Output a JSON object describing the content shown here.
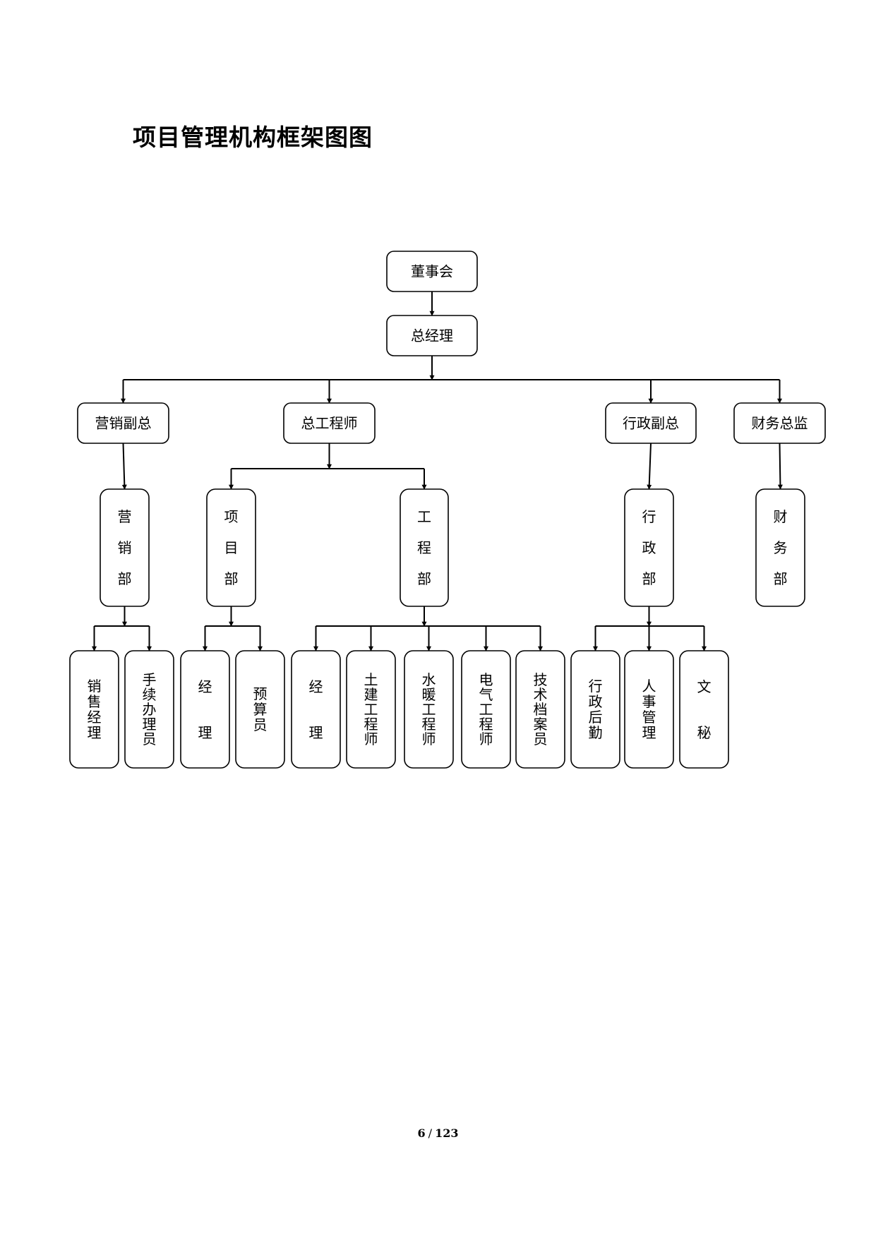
{
  "document": {
    "title": "项目管理机构框架图图"
  },
  "org_chart": {
    "board": "董事会",
    "general_manager": "总经理",
    "level2": [
      {
        "id": "sales_vp",
        "label": "营销副总"
      },
      {
        "id": "chief_engineer",
        "label": "总工程师"
      },
      {
        "id": "admin_vp",
        "label": "行政副总"
      },
      {
        "id": "finance_director",
        "label": "财务总监"
      }
    ],
    "departments": [
      {
        "id": "sales_dept",
        "label": "营销部",
        "parent": "sales_vp"
      },
      {
        "id": "project_dept",
        "label": "项目部",
        "parent": "chief_engineer"
      },
      {
        "id": "engineering_dept",
        "label": "工程部",
        "parent": "chief_engineer"
      },
      {
        "id": "admin_dept",
        "label": "行政部",
        "parent": "admin_vp"
      },
      {
        "id": "finance_dept",
        "label": "财务部",
        "parent": "finance_director"
      }
    ],
    "roles": [
      {
        "label": "销售经理",
        "parent": "sales_dept"
      },
      {
        "label": "手续办理员",
        "parent": "sales_dept"
      },
      {
        "label": "经理",
        "parent": "project_dept"
      },
      {
        "label": "预算员",
        "parent": "project_dept"
      },
      {
        "label": "经理",
        "parent": "engineering_dept"
      },
      {
        "label": "土建工程师",
        "parent": "engineering_dept"
      },
      {
        "label": "水暖工程师",
        "parent": "engineering_dept"
      },
      {
        "label": "电气工程师",
        "parent": "engineering_dept"
      },
      {
        "label": "技术档案员",
        "parent": "engineering_dept"
      },
      {
        "label": "行政后勤",
        "parent": "admin_dept"
      },
      {
        "label": "人事管理",
        "parent": "admin_dept"
      },
      {
        "label": "文秘",
        "parent": "admin_dept"
      }
    ]
  },
  "footer": {
    "page": "6",
    "separator": "/",
    "total": "123"
  }
}
